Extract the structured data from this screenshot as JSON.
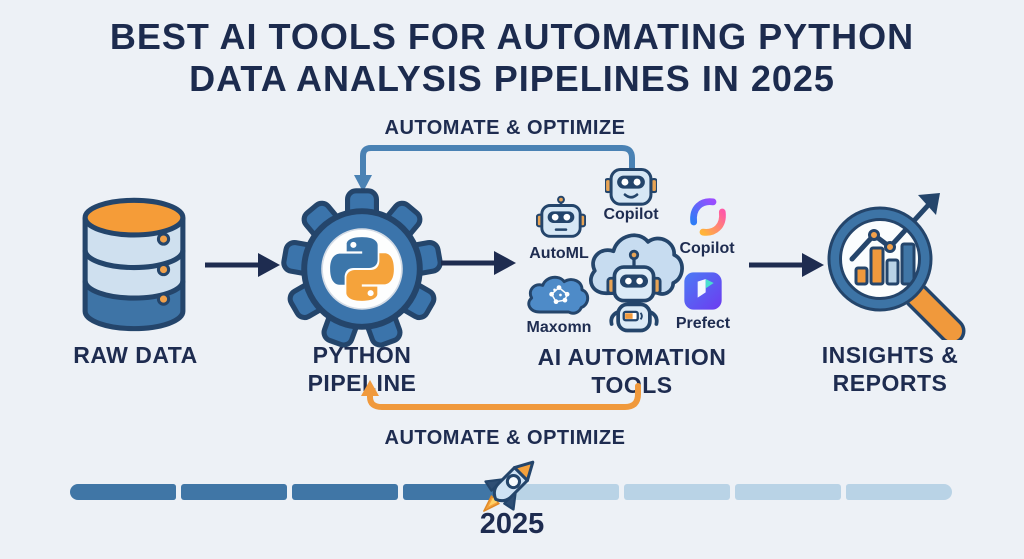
{
  "title": {
    "line1": "BEST AI TOOLS FOR AUTOMATING PYTHON",
    "line2": "DATA ANALYSIS PIPELINES IN 2025"
  },
  "feedback_top": {
    "label": "AUTOMATE & OPTIMIZE",
    "color": "#4a82b4"
  },
  "feedback_bottom": {
    "label": "AUTOMATE & OPTIMIZE",
    "color": "#f0993c"
  },
  "stages": {
    "raw_data": {
      "label": "RAW DATA",
      "icon": "database-icon"
    },
    "python_pipeline": {
      "line1": "PYTHON",
      "line2": "PIPELINE",
      "icon": "python-gear-icon"
    },
    "ai_tools": {
      "line1": "AI AUTOMATION",
      "line2": "TOOLS",
      "icon": "robot-cloud-icon",
      "items": {
        "automl": {
          "label": "AutoML",
          "icon": "robot-head-icon"
        },
        "copilot_bot": {
          "label": "Copilot",
          "icon": "robot-head-icon"
        },
        "copilot": {
          "label": "Copilot",
          "icon": "ms-copilot-logo"
        },
        "maxomn": {
          "label": "Maxomn",
          "icon": "cloud-network-icon"
        },
        "prefect": {
          "label": "Prefect",
          "icon": "prefect-logo"
        }
      }
    },
    "insights": {
      "line1": "INSIGHTS &",
      "line2": "REPORTS",
      "icon": "magnifier-chart-icon"
    }
  },
  "timeline": {
    "year": "2025",
    "segments_total": 8,
    "segments_filled": 4,
    "filled_color": "#4076a6",
    "empty_color": "#b9d3e6",
    "icon": "rocket-icon"
  },
  "colors": {
    "background": "#edf1f6",
    "text_navy": "#1e2c50",
    "outline_navy": "#24456b",
    "steel_blue": "#3b74ab",
    "light_blue": "#c9ddee",
    "orange": "#f5a13c"
  }
}
